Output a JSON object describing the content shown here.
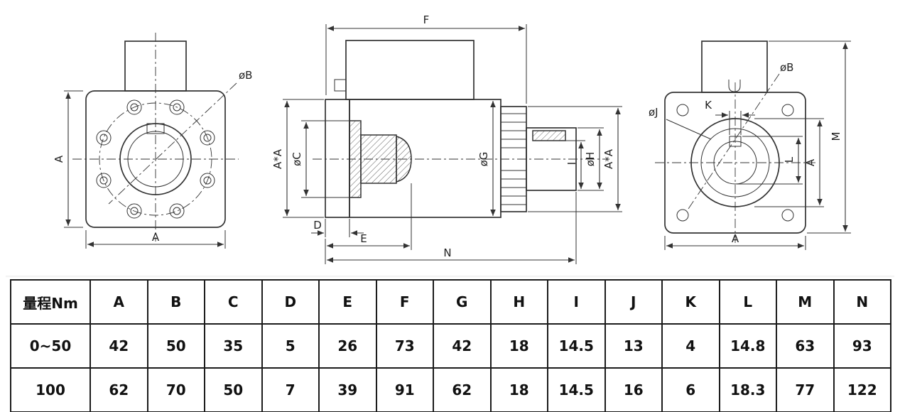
{
  "drawing": {
    "front": {
      "label_b": "øB",
      "dim_a_left": "A",
      "dim_a_bottom": "A"
    },
    "side": {
      "dim_f": "F",
      "dim_aa_left": "A*A",
      "dim_c": "øC",
      "dim_g": "øG",
      "dim_i": "I",
      "dim_h": "øH",
      "dim_aa_right": "A*A",
      "dim_d": "D",
      "dim_e": "E",
      "dim_n": "N"
    },
    "rear": {
      "dim_k": "K",
      "label_b": "øB",
      "label_j": "øJ",
      "dim_l": "L",
      "dim_a_right": "A",
      "dim_m": "M",
      "dim_a_bottom": "A"
    }
  },
  "table": {
    "headers": [
      "量程Nm",
      "A",
      "B",
      "C",
      "D",
      "E",
      "F",
      "G",
      "H",
      "I",
      "J",
      "K",
      "L",
      "M",
      "N"
    ],
    "rows": [
      [
        "0~50",
        "42",
        "50",
        "35",
        "5",
        "26",
        "73",
        "42",
        "18",
        "14.5",
        "13",
        "4",
        "14.8",
        "63",
        "93"
      ],
      [
        "100",
        "62",
        "70",
        "50",
        "7",
        "39",
        "91",
        "62",
        "18",
        "14.5",
        "16",
        "6",
        "18.3",
        "77",
        "122"
      ]
    ]
  }
}
